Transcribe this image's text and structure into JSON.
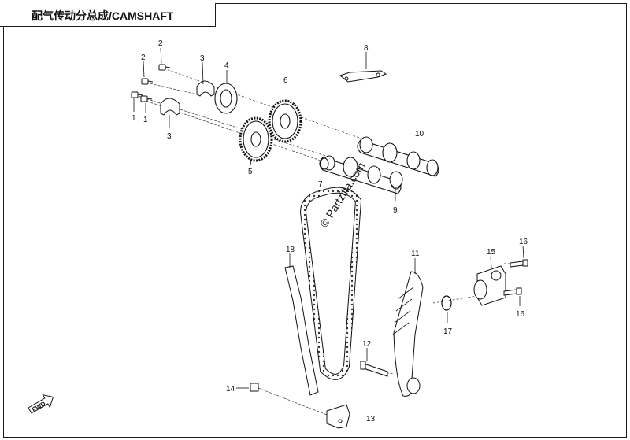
{
  "diagram": {
    "title": "配气传动分总成/CAMSHAFT",
    "watermark": "© Partzilla.com",
    "fwd_badge": "FWD",
    "callouts": [
      {
        "id": "c2a",
        "label": "2"
      },
      {
        "id": "c2b",
        "label": "2"
      },
      {
        "id": "c3a",
        "label": "3"
      },
      {
        "id": "c4",
        "label": "4"
      },
      {
        "id": "c6",
        "label": "6"
      },
      {
        "id": "c8",
        "label": "8"
      },
      {
        "id": "c1a",
        "label": "1"
      },
      {
        "id": "c1b",
        "label": "1"
      },
      {
        "id": "c3b",
        "label": "3"
      },
      {
        "id": "c10",
        "label": "10"
      },
      {
        "id": "c5",
        "label": "5"
      },
      {
        "id": "c7",
        "label": "7"
      },
      {
        "id": "c9",
        "label": "9"
      },
      {
        "id": "c18",
        "label": "18"
      },
      {
        "id": "c11",
        "label": "11"
      },
      {
        "id": "c15",
        "label": "15"
      },
      {
        "id": "c16a",
        "label": "16"
      },
      {
        "id": "c16b",
        "label": "16"
      },
      {
        "id": "c17",
        "label": "17"
      },
      {
        "id": "c12",
        "label": "12"
      },
      {
        "id": "c14",
        "label": "14"
      },
      {
        "id": "c13",
        "label": "13"
      }
    ]
  }
}
